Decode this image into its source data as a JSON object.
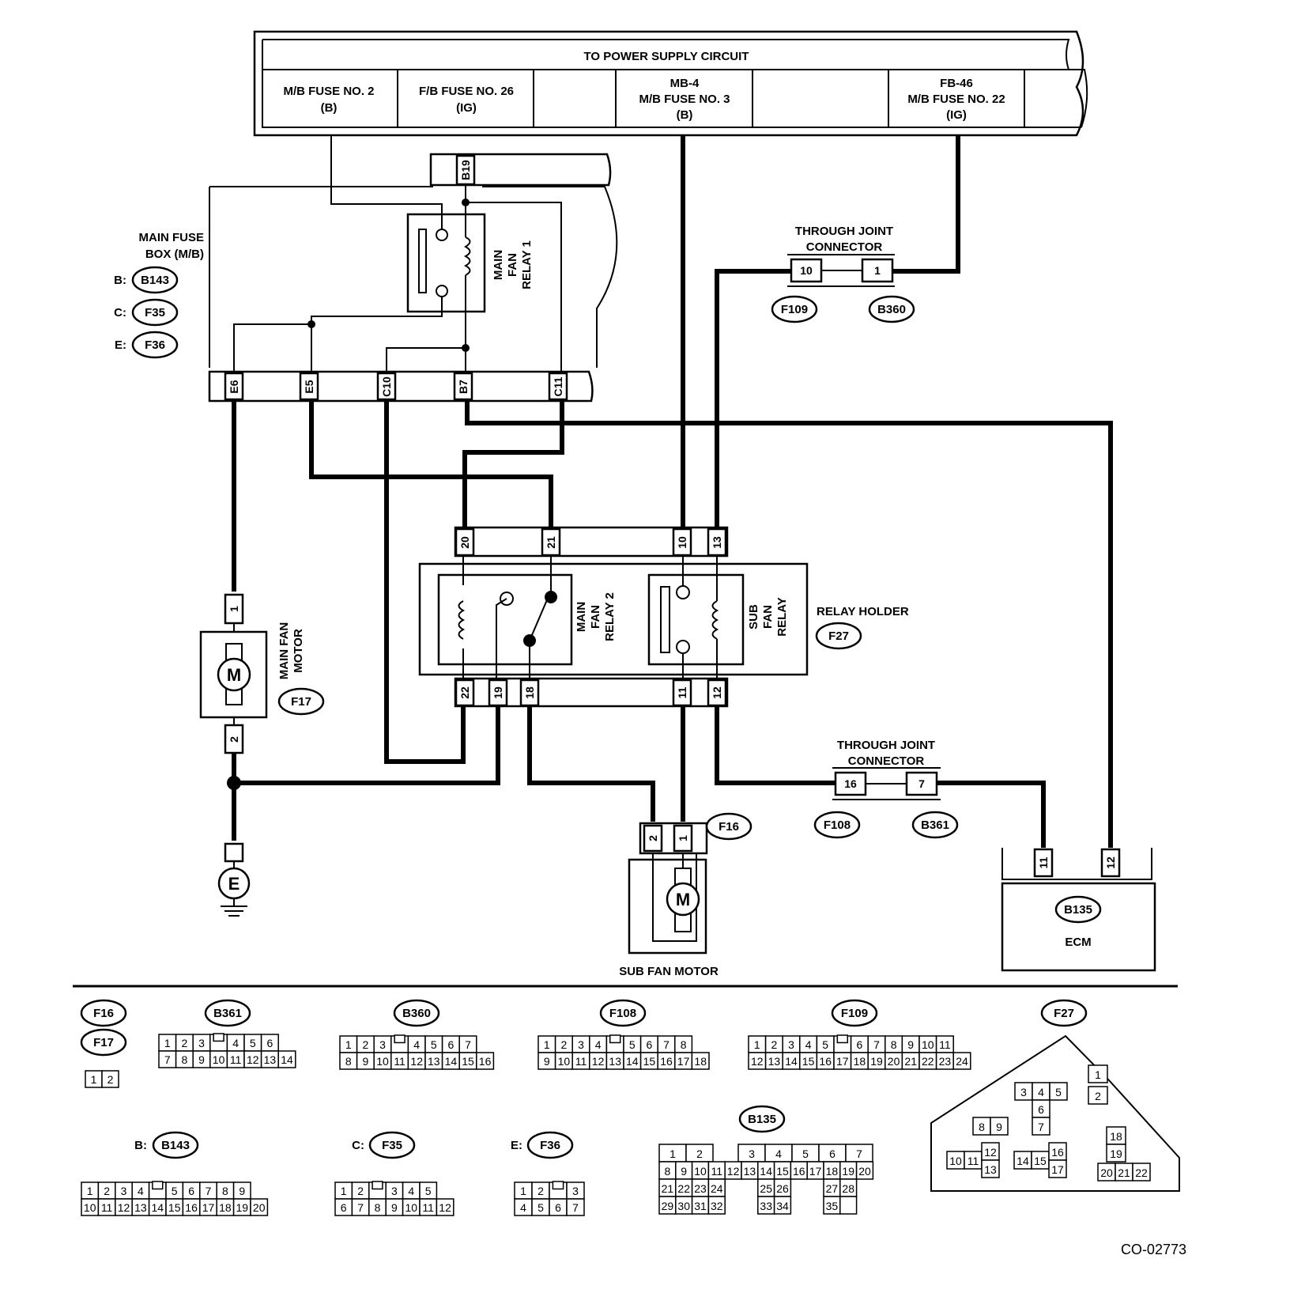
{
  "header": {
    "title": "TO POWER SUPPLY CIRCUIT",
    "fuses": [
      {
        "line1": "M/B FUSE NO. 2",
        "line2": "(B)"
      },
      {
        "line1": "F/B FUSE NO. 26",
        "line2": "(IG)"
      },
      {
        "line1": "MB-4",
        "line2": "M/B FUSE NO. 3",
        "line3": "(B)"
      },
      {
        "line1": "FB-46",
        "line2": "M/B FUSE NO. 22",
        "line3": "(IG)"
      }
    ]
  },
  "main_fuse_box": {
    "label1": "MAIN FUSE",
    "label2": "BOX (M/B)",
    "connectors": [
      {
        "prefix": "B:",
        "code": "B143"
      },
      {
        "prefix": "C:",
        "code": "F35"
      },
      {
        "prefix": "E:",
        "code": "F36"
      }
    ],
    "top_pin": "B19",
    "bottom_pins": [
      "E6",
      "E5",
      "C10",
      "B7",
      "C11"
    ],
    "relay_label": [
      "MAIN",
      "FAN",
      "RELAY 1"
    ]
  },
  "joint_top": {
    "label1": "THROUGH JOINT",
    "label2": "CONNECTOR",
    "pin_left": "10",
    "pin_right": "1",
    "code_left": "F109",
    "code_right": "B360"
  },
  "joint_bottom": {
    "label1": "THROUGH JOINT",
    "label2": "CONNECTOR",
    "pin_left": "16",
    "pin_right": "7",
    "code_left": "F108",
    "code_right": "B361"
  },
  "relay_holder": {
    "label": "RELAY HOLDER",
    "code": "F27",
    "top_pins": [
      "20",
      "21",
      "10",
      "13"
    ],
    "bottom_pins": [
      "22",
      "19",
      "18",
      "11",
      "12"
    ],
    "relay2_label": [
      "MAIN",
      "FAN",
      "RELAY 2"
    ],
    "sub_relay_label": [
      "SUB",
      "FAN",
      "RELAY"
    ]
  },
  "main_fan_motor": {
    "label1": "MAIN FAN",
    "label2": "MOTOR",
    "code": "F17",
    "pin_top": "1",
    "pin_bottom": "2",
    "symbol": "M"
  },
  "ground": {
    "symbol": "E"
  },
  "sub_fan_motor": {
    "label": "SUB FAN MOTOR",
    "code": "F16",
    "pin_left": "2",
    "pin_right": "1",
    "symbol": "M"
  },
  "ecm": {
    "label": "ECM",
    "code": "B135",
    "pins": [
      "11",
      "12"
    ]
  },
  "legend": {
    "F16": "F16",
    "F17": "F17",
    "F16_rows": [
      [
        "1",
        "2"
      ]
    ],
    "B361": {
      "code": "B361",
      "rows": [
        [
          "1",
          "2",
          "3",
          "",
          "4",
          "5",
          "6"
        ],
        [
          "7",
          "8",
          "9",
          "10",
          "11",
          "12",
          "13",
          "14"
        ]
      ]
    },
    "B360": {
      "code": "B360",
      "rows": [
        [
          "1",
          "2",
          "3",
          "",
          "4",
          "5",
          "6",
          "7"
        ],
        [
          "8",
          "9",
          "10",
          "11",
          "12",
          "13",
          "14",
          "15",
          "16"
        ]
      ]
    },
    "F108": {
      "code": "F108",
      "rows": [
        [
          "1",
          "2",
          "3",
          "4",
          "",
          "5",
          "6",
          "7",
          "8"
        ],
        [
          "9",
          "10",
          "11",
          "12",
          "13",
          "14",
          "15",
          "16",
          "17",
          "18"
        ]
      ]
    },
    "F109": {
      "code": "F109",
      "rows": [
        [
          "1",
          "2",
          "3",
          "4",
          "5",
          "",
          "6",
          "7",
          "8",
          "9",
          "10",
          "11"
        ],
        [
          "12",
          "13",
          "14",
          "15",
          "16",
          "17",
          "18",
          "19",
          "20",
          "21",
          "22",
          "23",
          "24"
        ]
      ]
    },
    "F27": {
      "code": "F27"
    },
    "B143": {
      "prefix": "B:",
      "code": "B143",
      "rows": [
        [
          "1",
          "2",
          "3",
          "4",
          "",
          "5",
          "6",
          "7",
          "8",
          "9"
        ],
        [
          "10",
          "11",
          "12",
          "13",
          "14",
          "15",
          "16",
          "17",
          "18",
          "19",
          "20"
        ]
      ]
    },
    "F35": {
      "prefix": "C:",
      "code": "F35",
      "rows": [
        [
          "1",
          "2",
          "",
          "3",
          "4",
          "5"
        ],
        [
          "6",
          "7",
          "8",
          "9",
          "10",
          "11",
          "12"
        ]
      ]
    },
    "F36": {
      "prefix": "E:",
      "code": "F36",
      "rows": [
        [
          "1",
          "2",
          "",
          "3"
        ],
        [
          "4",
          "5",
          "6",
          "7"
        ]
      ]
    },
    "B135": {
      "code": "B135"
    },
    "F27_cells": [
      "1",
      "2",
      "3",
      "4",
      "5",
      "6",
      "7",
      "8",
      "9",
      "10",
      "11",
      "12",
      "13",
      "14",
      "15",
      "16",
      "17",
      "18",
      "19",
      "20",
      "21",
      "22"
    ],
    "B135_cells": [
      "1",
      "2",
      "3",
      "4",
      "5",
      "6",
      "7",
      "8",
      "9",
      "10",
      "11",
      "12",
      "13",
      "14",
      "15",
      "16",
      "17",
      "18",
      "19",
      "20",
      "21",
      "22",
      "23",
      "24",
      "25",
      "26",
      "27",
      "28",
      "29",
      "30",
      "31",
      "32",
      "33",
      "34",
      "35"
    ]
  },
  "figure_id": "CO-02773"
}
